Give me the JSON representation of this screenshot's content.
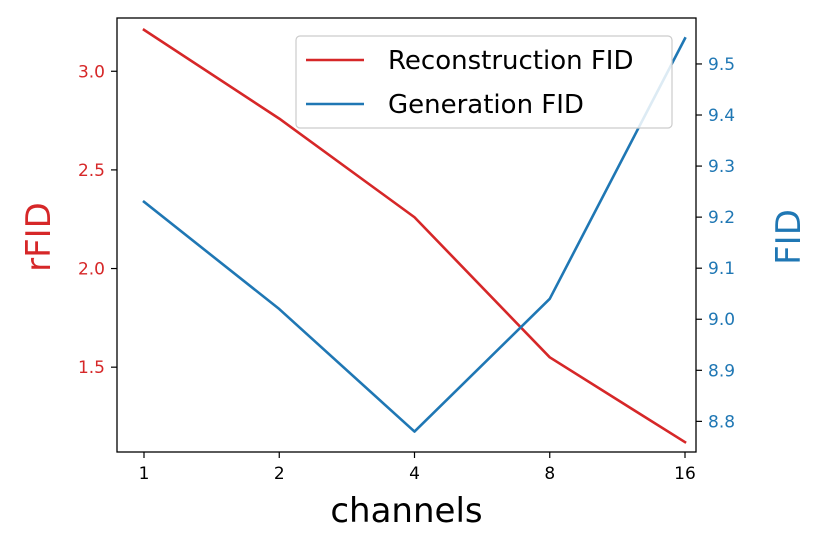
{
  "chart_data": {
    "type": "line",
    "x_axis": {
      "label": "channels",
      "categories": [
        "1",
        "2",
        "4",
        "8",
        "16"
      ]
    },
    "y_axis_left": {
      "label": "rFID",
      "color": "#d62728",
      "ylim": [
        1.07,
        3.27
      ],
      "ticks": [
        1.5,
        2.0,
        2.5,
        3.0
      ],
      "tick_labels": [
        "1.5",
        "2.0",
        "2.5",
        "3.0"
      ]
    },
    "y_axis_right": {
      "label": "FID",
      "color": "#1f77b4",
      "ylim": [
        8.74,
        9.59
      ],
      "ticks": [
        8.8,
        8.9,
        9.0,
        9.1,
        9.2,
        9.3,
        9.4,
        9.5
      ],
      "tick_labels": [
        "8.8",
        "8.9",
        "9.0",
        "9.1",
        "9.2",
        "9.3",
        "9.4",
        "9.5"
      ]
    },
    "series": [
      {
        "name": "Reconstruction FID",
        "axis": "left",
        "color": "#d62728",
        "values": [
          3.21,
          2.76,
          2.26,
          1.55,
          1.12
        ]
      },
      {
        "name": "Generation FID",
        "axis": "right",
        "color": "#1f77b4",
        "values": [
          9.23,
          9.02,
          8.78,
          9.04,
          9.55
        ]
      }
    ],
    "legend": {
      "position": "top-right"
    },
    "grid": false
  }
}
